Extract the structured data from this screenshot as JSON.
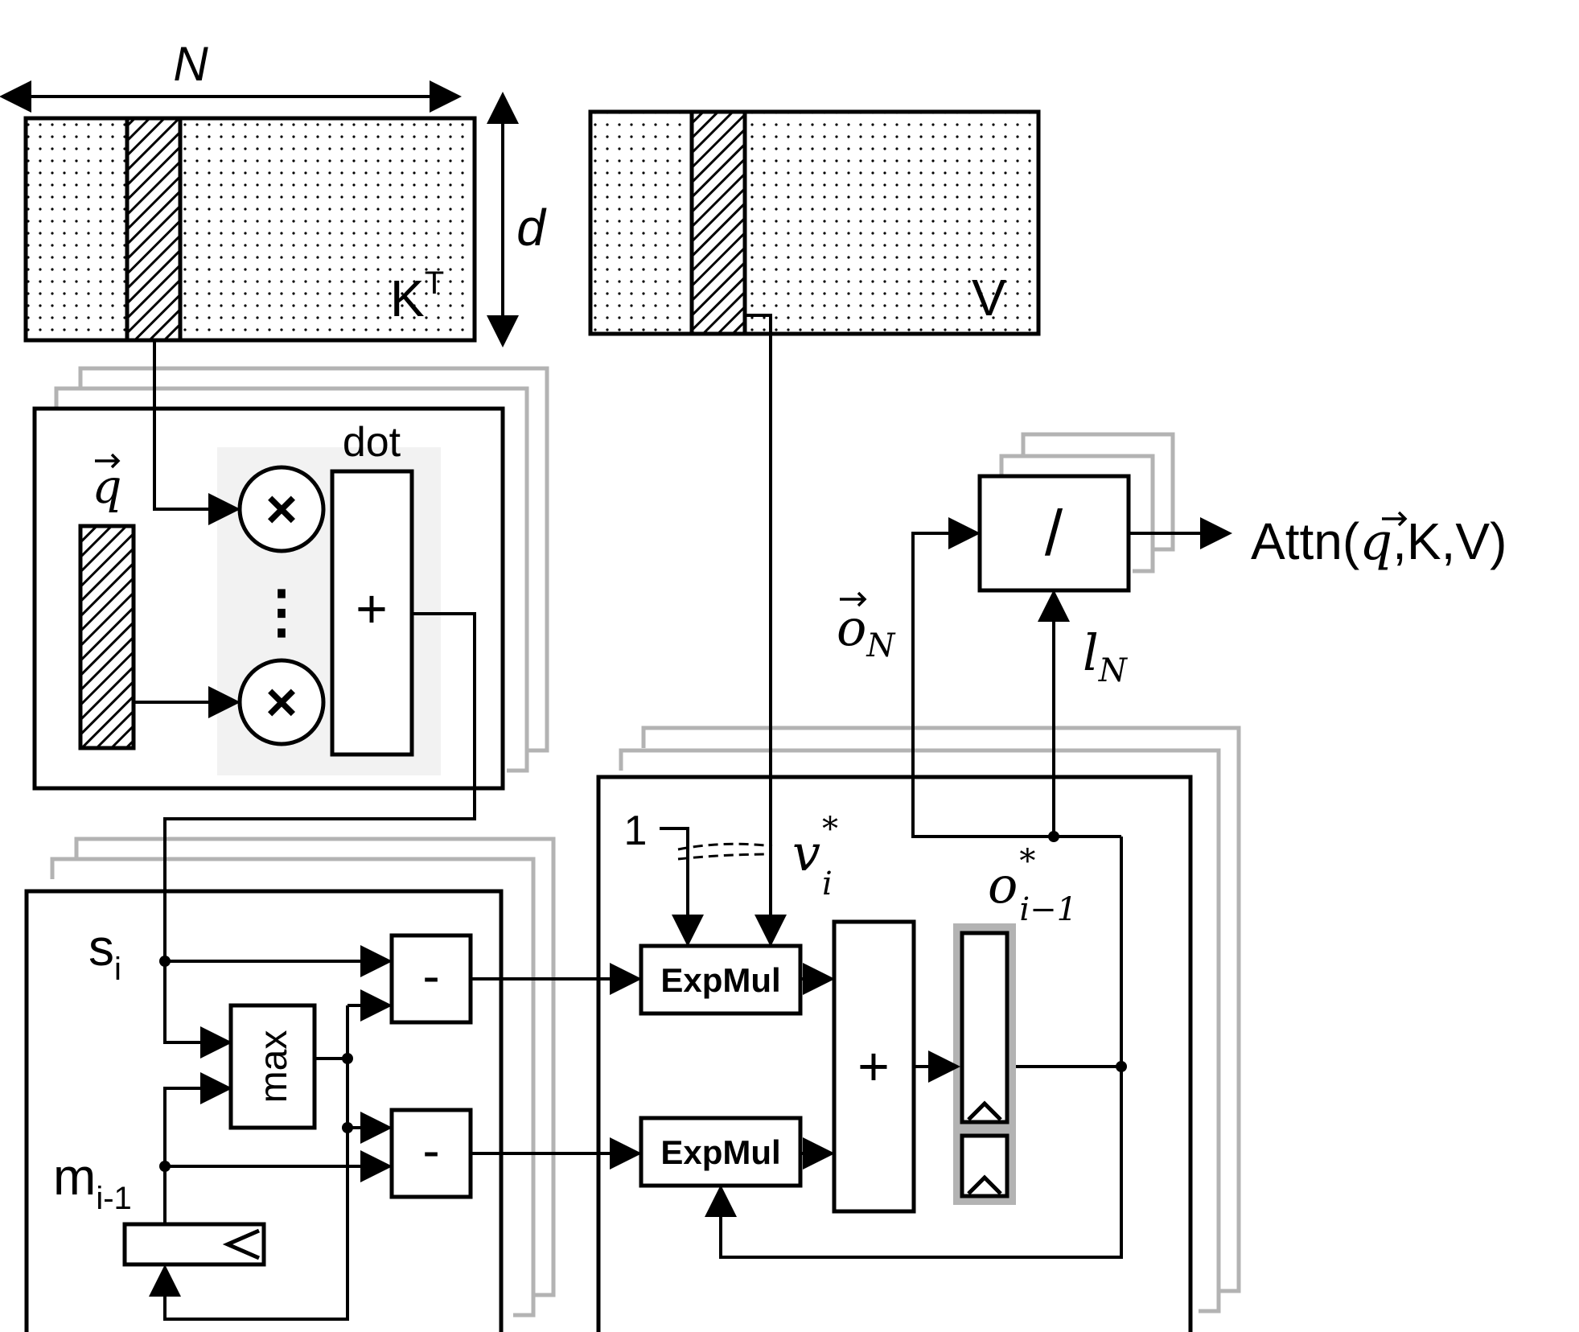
{
  "matrices": {
    "k_dim_n": "N",
    "k_dim_d": "d",
    "k_label": "K",
    "k_sup": "T",
    "v_label": "V"
  },
  "dot_unit": {
    "q_label": "q",
    "dot_label": "dot",
    "mul_symbol": "×",
    "ellipsis": "⋮",
    "plus": "+"
  },
  "max_unit": {
    "s_label": "s",
    "s_sub": "i",
    "m_label": "m",
    "m_sub": "i-1",
    "max_label": "max",
    "minus": "-"
  },
  "acc_unit": {
    "one": "1",
    "v_label": "v",
    "v_sub": "i",
    "v_sup": "*",
    "expmul": "ExpMul",
    "plus": "+",
    "o_label": "o",
    "o_sub": "i−1",
    "o_sup": "*"
  },
  "div_unit": {
    "slash": "/",
    "o_label": "o",
    "o_sub": "N",
    "l_label": "l",
    "l_sub": "N",
    "out_prefix": "Attn(",
    "out_q": "q",
    "out_suffix": ",K,V)"
  },
  "colors": {
    "stroke": "#000000",
    "ghost": "#b3b3b3",
    "dot_panel": "#f2f2f2",
    "register_border": "#b3b3b3"
  }
}
